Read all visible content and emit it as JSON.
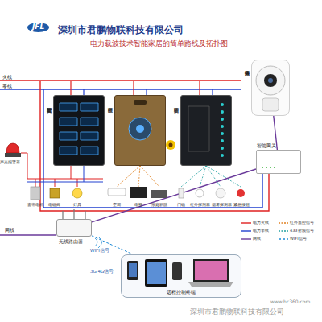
{
  "diagram": {
    "title": "深圳市君鹏物联科技有限公司",
    "nodes": [
      {
        "text": [
          "智能开关面板"
        ]
      },
      {
        "text": [
          "红外面板"
        ]
      },
      {
        "text": [
          "安防面板"
        ]
      },
      {
        "text": [
          "网络摄像头"
        ]
      },
      {
        "text": [
          "智能网关"
        ]
      },
      {
        "text": [
          "无线路由器"
        ]
      },
      {
        "text": [
          "远程控制终端"
        ]
      }
    ],
    "edges": [
      {
        "from": 3,
        "to": 4,
        "arrow": "none"
      },
      {
        "from": 4,
        "to": 5,
        "arrow": "none"
      },
      {
        "from": 5,
        "to": 6,
        "arrow": "none"
      }
    ],
    "labels": [
      "JFL",
      "电力载波技术智能家居的简单路线及拓扑图",
      "火线",
      "零线",
      "网线",
      "WIFI信号",
      "3G 4G信号",
      "声光报警器",
      "窗帘电机",
      "电磁阀",
      "灯具",
      "空调",
      "电视",
      "家庭影院",
      "门磁",
      "红外探测器",
      "烟雾探测器",
      "紧急按钮",
      "深圳市君鹏物联科技有限公司",
      "www.hc360.com"
    ],
    "legend": [
      {
        "text": "电力火线"
      },
      {
        "text": "电力零线"
      },
      {
        "text": "网线"
      },
      {
        "text": "红外遥控信号"
      },
      {
        "text": "433射频信号"
      },
      {
        "text": "WIFI信号"
      }
    ]
  }
}
